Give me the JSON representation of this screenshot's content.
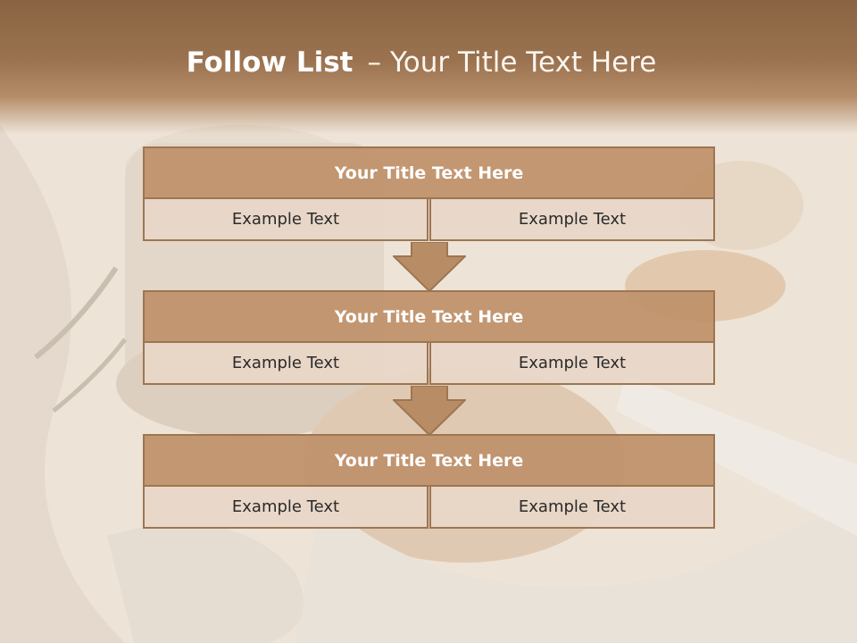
{
  "slide": {
    "title_bold": "Follow List",
    "title_separator": "–",
    "title_rest": "Your Title Text Here"
  },
  "blocks": [
    {
      "title": "Your Title Text Here",
      "left_text": "Example Text",
      "right_text": "Example Text"
    },
    {
      "title": "Your Title Text Here",
      "left_text": "Example Text",
      "right_text": "Example Text"
    },
    {
      "title": "Your Title Text Here",
      "left_text": "Example Text",
      "right_text": "Example Text"
    }
  ],
  "colors": {
    "header": "#8a6442",
    "block_title_fill": "#be9169",
    "block_cell_fill": "#e8d7c8",
    "border": "#9c7652",
    "arrow_fill": "#b88d66"
  },
  "icons": [
    "down-arrow-icon",
    "down-arrow-icon"
  ]
}
